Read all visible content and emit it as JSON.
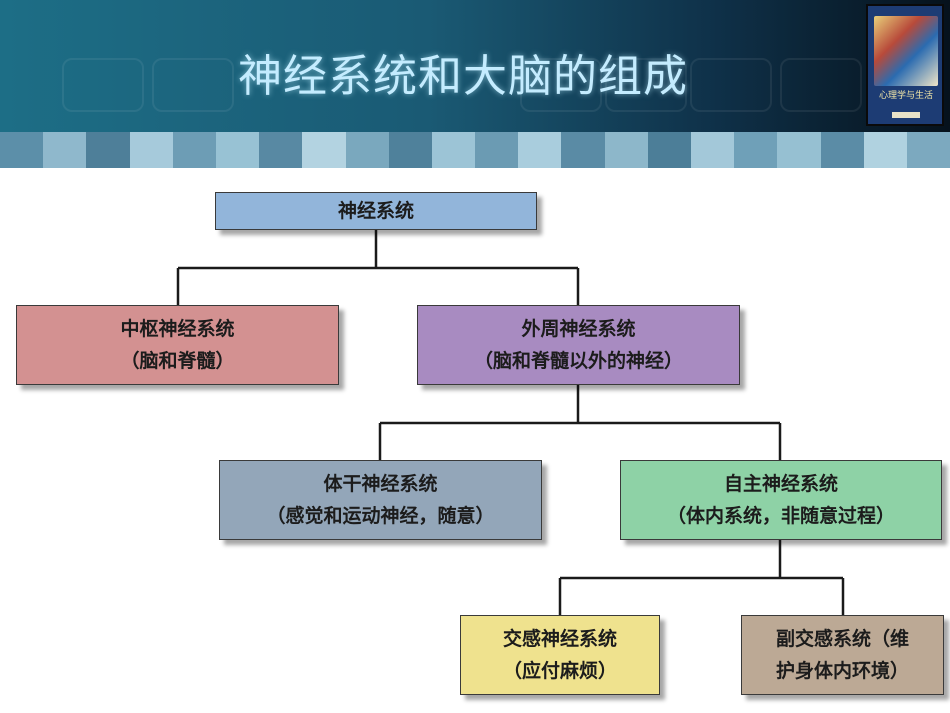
{
  "title": "神经系统和大脑的组成",
  "book_cover": {
    "title_text": "心理学与生活"
  },
  "colors": {
    "nervous_system": "#92b5da",
    "cns": "#d39191",
    "pns": "#a88bc1",
    "somatic": "#93a6b9",
    "autonomic": "#8ed2a6",
    "sympathetic": "#efe28e",
    "parasympathetic": "#bca995"
  },
  "nodes": {
    "nervous_system": {
      "line1": "神经系统",
      "line2": ""
    },
    "cns": {
      "line1": "中枢神经系统",
      "line2": "（脑和脊髓）"
    },
    "pns": {
      "line1": "外周神经系统",
      "line2": "（脑和脊髓以外的神经）"
    },
    "somatic": {
      "line1": "体干神经系统",
      "line2": "（感觉和运动神经，随意）"
    },
    "autonomic": {
      "line1": "自主神经系统",
      "line2": "（体内系统，非随意过程）"
    },
    "sympathetic": {
      "line1": "交感神经系统",
      "line2": "（应付麻烦）"
    },
    "parasympathetic": {
      "line1": "副交感系统（维",
      "line2": "护身体内环境）"
    }
  }
}
